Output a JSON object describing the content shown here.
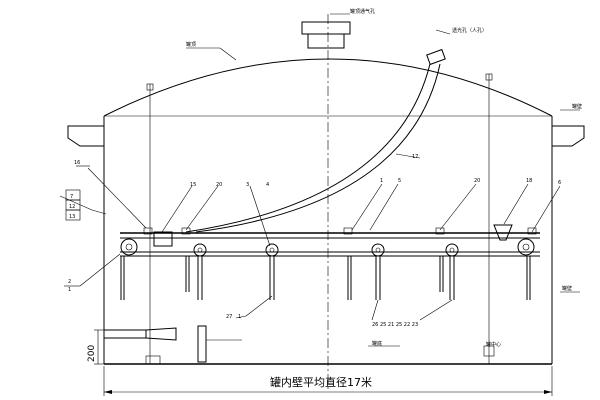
{
  "labels": {
    "roof": "罐顶",
    "vent": "罐顶通气孔",
    "manhole": "透光孔（人孔）",
    "shell": "罐壁",
    "bottom": "罐底",
    "wall_right": "罐壁",
    "right_top": "罐壁",
    "center_label": "罐中心",
    "diameter_text": "罐内壁平均直径17米",
    "dim_200": "200"
  },
  "numbers": {
    "n16_left": "16",
    "n7": "7",
    "n12": "12",
    "n13": "13",
    "n2": "2",
    "n1_left": "1",
    "n15": "15",
    "n20_left": "20",
    "n3": "3",
    "n4_top": "4",
    "n17": "17",
    "n1": "1",
    "n5": "5",
    "n20_right": "20",
    "n18": "18",
    "n6": "6",
    "n27": "27",
    "n1_lower": "1",
    "parts_list": "26 25 21 25 22 23"
  }
}
